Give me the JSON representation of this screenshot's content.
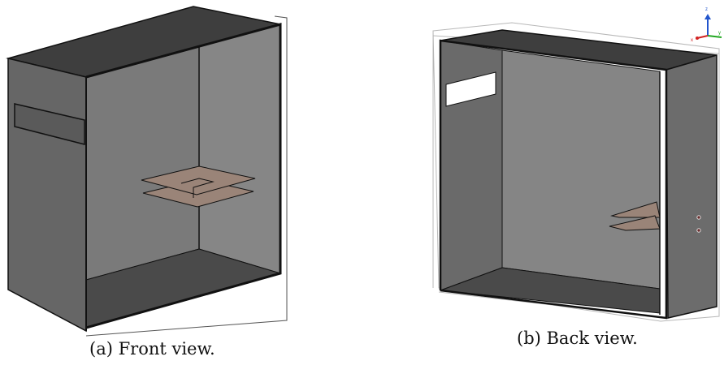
{
  "figure": {
    "subfigures": [
      {
        "id": "a",
        "caption": "(a) Front view."
      },
      {
        "id": "b",
        "caption": "(b) Back view."
      }
    ],
    "axes_triad": {
      "x": "x",
      "y": "y",
      "z": "z"
    },
    "colors": {
      "enclosure_outer": "#666666",
      "enclosure_inner_wall": "#828282",
      "enclosure_top": "#3e3e3e",
      "enclosure_floor": "#4c4c4c",
      "antenna_plate": "#9a8478",
      "slot_opening": "#ffffff",
      "outline": "#111111",
      "bounding_box": "#b8b8b8",
      "axis_x": "#d22222",
      "axis_y": "#22a822",
      "axis_z": "#2255cc"
    }
  }
}
